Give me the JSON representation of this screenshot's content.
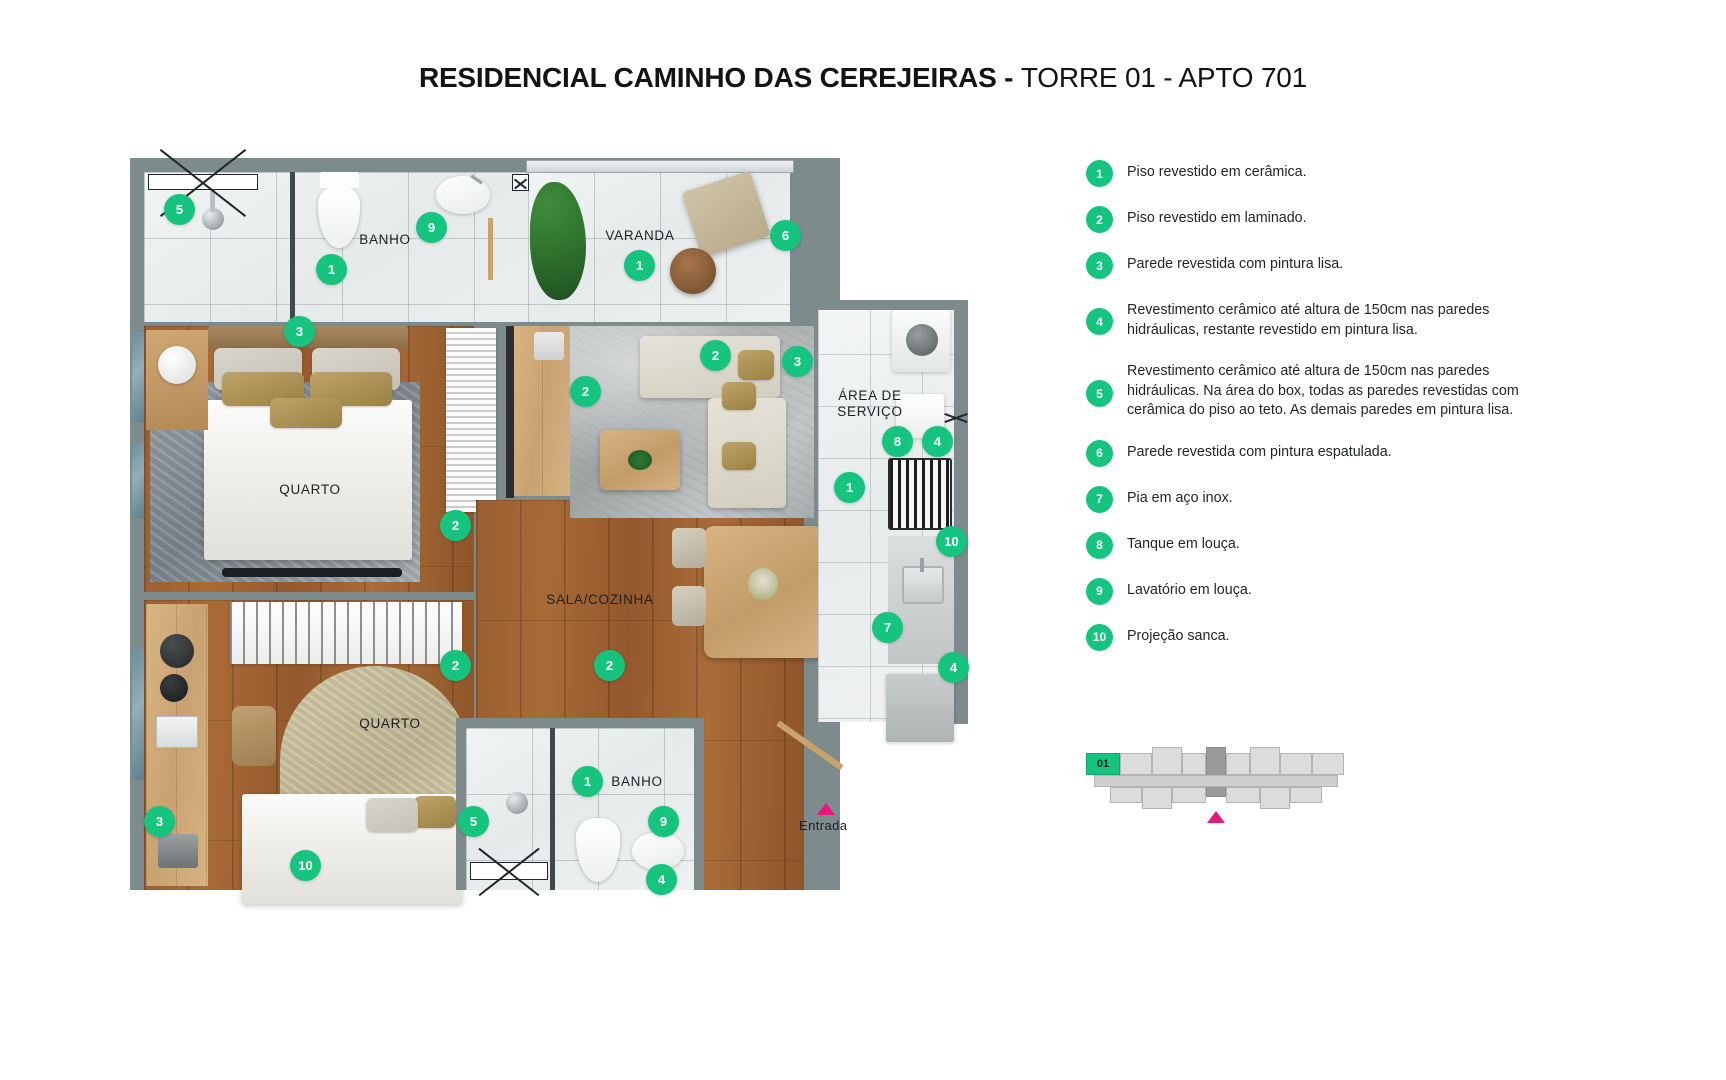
{
  "title": {
    "bold": "RESIDENCIAL CAMINHO DAS CEREJEIRAS - ",
    "light": "TORRE 01 - APTO 701"
  },
  "colors": {
    "marker_green": "#17c47f",
    "wall_grey": "#7d8b8d",
    "entrance_pink": "#e8177e",
    "text_dark": "#1f2427"
  },
  "legend": {
    "items": [
      {
        "number": "1",
        "text": "Piso revestido em cerâmica."
      },
      {
        "number": "2",
        "text": "Piso revestido em laminado."
      },
      {
        "number": "3",
        "text": "Parede revestida com pintura lisa."
      },
      {
        "number": "4",
        "text": "Revestimento cerâmico até altura de 150cm nas paredes hidráulicas, restante revestido em pintura lisa."
      },
      {
        "number": "5",
        "text": "Revestimento cerâmico até altura de 150cm nas paredes hidráulicas. Na área do box, todas as paredes revestidas com cerâmica do piso ao teto. As demais paredes em pintura lisa."
      },
      {
        "number": "6",
        "text": "Parede revestida com pintura espatulada."
      },
      {
        "number": "7",
        "text": "Pia em aço inox."
      },
      {
        "number": "8",
        "text": "Tanque em louça."
      },
      {
        "number": "9",
        "text": "Lavatório em louça."
      },
      {
        "number": "10",
        "text": "Projeção sanca."
      }
    ]
  },
  "plan": {
    "rooms": [
      {
        "key": "banho_top",
        "label": "BANHO"
      },
      {
        "key": "varanda",
        "label": "VARANDA"
      },
      {
        "key": "quarto_top",
        "label": "QUARTO"
      },
      {
        "key": "sala_cozinha",
        "label": "SALA/COZINHA"
      },
      {
        "key": "area_servico_l1",
        "label": "ÁREA DE"
      },
      {
        "key": "area_servico_l2",
        "label": "SERVIÇO"
      },
      {
        "key": "quarto_bottom",
        "label": "QUARTO"
      },
      {
        "key": "banho_bottom",
        "label": "BANHO"
      }
    ],
    "markers": [
      {
        "id": "m-banho-top-5",
        "number": "5"
      },
      {
        "id": "m-banho-top-9",
        "number": "9"
      },
      {
        "id": "m-banho-top-1",
        "number": "1"
      },
      {
        "id": "m-varanda-1",
        "number": "1"
      },
      {
        "id": "m-varanda-6",
        "number": "6"
      },
      {
        "id": "m-quarto-top-3",
        "number": "3"
      },
      {
        "id": "m-sala-2a",
        "number": "2"
      },
      {
        "id": "m-sala-3",
        "number": "3"
      },
      {
        "id": "m-servico-8",
        "number": "8"
      },
      {
        "id": "m-servico-4",
        "number": "4"
      },
      {
        "id": "m-servico-1",
        "number": "1"
      },
      {
        "id": "m-servico-10",
        "number": "10"
      },
      {
        "id": "m-quarto-top-2",
        "number": "2"
      },
      {
        "id": "m-sala-2b",
        "number": "2"
      },
      {
        "id": "m-sala-2c",
        "number": "2"
      },
      {
        "id": "m-sala-2d",
        "number": "2"
      },
      {
        "id": "m-cozinha-7",
        "number": "7"
      },
      {
        "id": "m-cozinha-4",
        "number": "4"
      },
      {
        "id": "m-quarto-bot-3",
        "number": "3"
      },
      {
        "id": "m-quarto-bot-10",
        "number": "10"
      },
      {
        "id": "m-banho-bot-1",
        "number": "1"
      },
      {
        "id": "m-banho-bot-5",
        "number": "5"
      },
      {
        "id": "m-banho-bot-9",
        "number": "9"
      },
      {
        "id": "m-banho-bot-4",
        "number": "4"
      }
    ],
    "entrance_label": "Entrada"
  },
  "building_key": {
    "active_unit": "01"
  }
}
